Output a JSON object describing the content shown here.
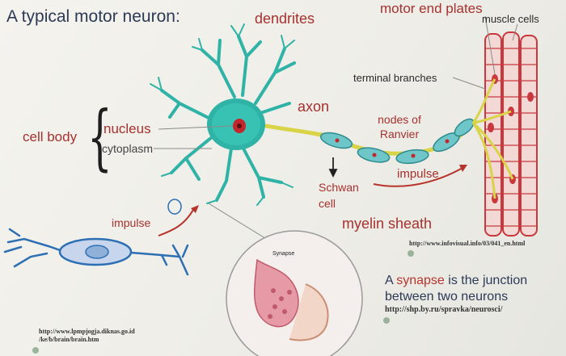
{
  "title": "A typical motor neuron:",
  "labels": {
    "dendrites": "dendrites",
    "motor_end_plates": "motor end plates",
    "muscle_cells": "muscle cells",
    "terminal_branches": "terminal branches",
    "axon": "axon",
    "nodes_of_ranvier": "nodes of Ranvier",
    "cell_body": "cell body",
    "nucleus": "nucleus",
    "cytoplasm": "cytoplasm",
    "schwan_cell": "Schwan cell",
    "impulse_right": "impulse",
    "impulse_left": "impulse",
    "myelin_sheath": "myelin sheath",
    "synapse_inset": "Synapse"
  },
  "synapse_caption": {
    "prefix": "A ",
    "highlight": "synapse",
    "suffix": " is the junction between two neurons"
  },
  "sources": {
    "infovisual": "http://www.infovisual.info/03/041_en.html",
    "shp": "http://shp.by.ru/spravka/neurosci/",
    "lpmp": "http://www.lpmpjogja.diknas.go.id /ke/b/brain/brain.htm"
  },
  "colors": {
    "label_red": "#a6312e",
    "title_navy": "#2c3a55",
    "neuron_teal": "#2fb3a6",
    "nucleus_red": "#c1272d",
    "muscle_red": "#c8383c",
    "second_neuron_blue": "#2d6fb3"
  }
}
